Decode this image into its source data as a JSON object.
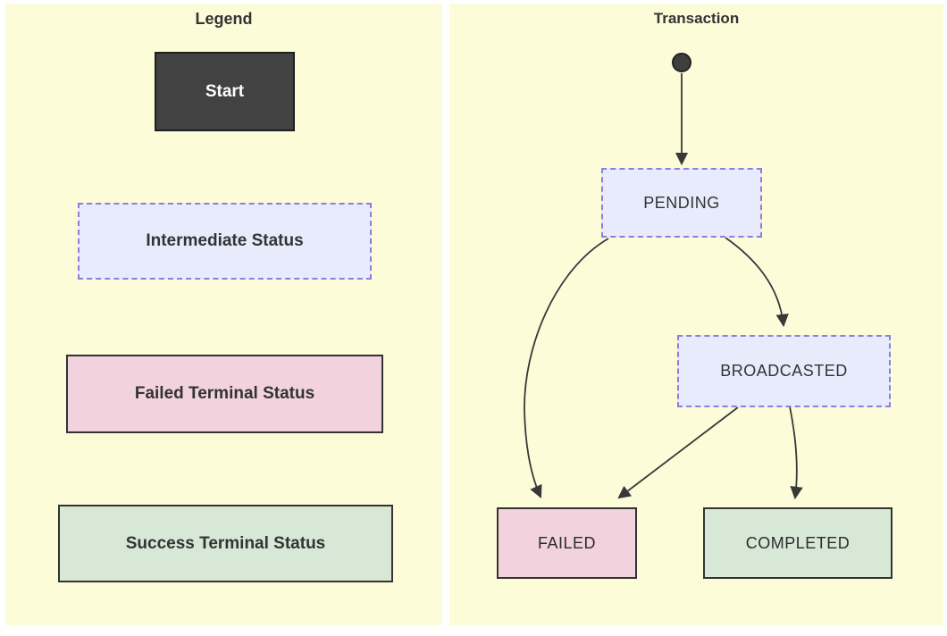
{
  "page": {
    "background": "#FFFFFF",
    "panel_background": "#FCFCD9"
  },
  "legend": {
    "title": "Legend",
    "items": [
      {
        "label": "Start",
        "kind": "start"
      },
      {
        "label": "Intermediate Status",
        "kind": "intermediate"
      },
      {
        "label": "Failed Terminal Status",
        "kind": "failed-terminal"
      },
      {
        "label": "Success Terminal Status",
        "kind": "success-terminal"
      }
    ]
  },
  "diagram": {
    "title": "Transaction",
    "states": [
      {
        "id": "PENDING",
        "type": "intermediate"
      },
      {
        "id": "BROADCASTED",
        "type": "intermediate"
      },
      {
        "id": "FAILED",
        "type": "failed-terminal"
      },
      {
        "id": "COMPLETED",
        "type": "success-terminal"
      }
    ],
    "transitions": [
      {
        "from": "start",
        "to": "PENDING"
      },
      {
        "from": "PENDING",
        "to": "BROADCASTED"
      },
      {
        "from": "PENDING",
        "to": "FAILED"
      },
      {
        "from": "BROADCASTED",
        "to": "FAILED"
      },
      {
        "from": "BROADCASTED",
        "to": "COMPLETED"
      }
    ]
  },
  "colors": {
    "panel_background": "#FCFCD9",
    "start_fill": "#424242",
    "start_border": "#1F1F1F",
    "start_text": "#FFFFFF",
    "intermediate_fill": "#E7EBFC",
    "intermediate_border": "#8D7EDC",
    "failed_fill": "#F2D3DD",
    "success_fill": "#D7E8D6",
    "terminal_border": "#333333",
    "edge_line": "#383838",
    "text": "#333333"
  }
}
